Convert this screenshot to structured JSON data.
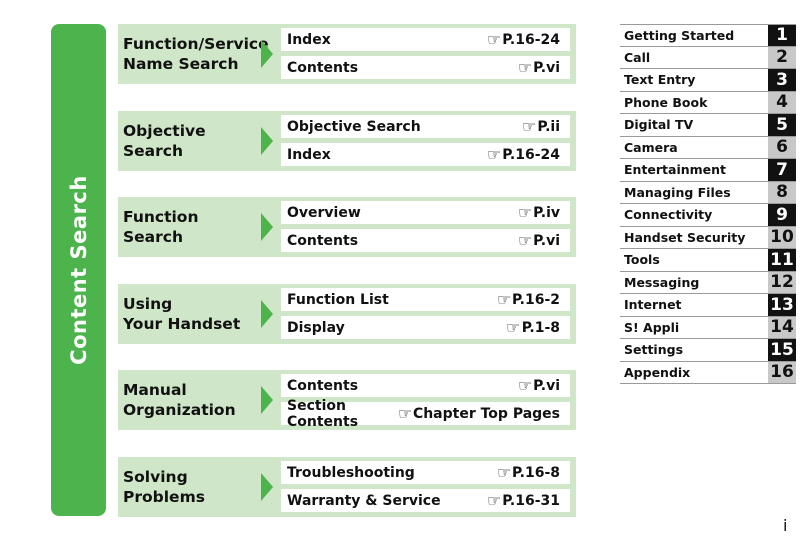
{
  "side_tab": {
    "title": "Content Search"
  },
  "groups": [
    {
      "label_line1": "Function/Service",
      "label_line2": "Name Search",
      "entries": [
        {
          "label": "Index",
          "ref": "P.16-24"
        },
        {
          "label": "Contents",
          "ref": "P.vi"
        }
      ]
    },
    {
      "label_line1": "Objective Search",
      "label_line2": "",
      "entries": [
        {
          "label": "Objective Search",
          "ref": "P.ii"
        },
        {
          "label": "Index",
          "ref": "P.16-24"
        }
      ]
    },
    {
      "label_line1": "Function Search",
      "label_line2": "",
      "entries": [
        {
          "label": "Overview",
          "ref": "P.iv"
        },
        {
          "label": "Contents",
          "ref": "P.vi"
        }
      ]
    },
    {
      "label_line1": "Using",
      "label_line2": "Your Handset",
      "entries": [
        {
          "label": "Function List",
          "ref": "P.16-2"
        },
        {
          "label": "Display",
          "ref": "P.1-8"
        }
      ]
    },
    {
      "label_line1": "Manual",
      "label_line2": "Organization",
      "entries": [
        {
          "label": "Contents",
          "ref": "P.vi"
        },
        {
          "label": "Section Contents",
          "ref": "Chapter Top Pages"
        }
      ]
    },
    {
      "label_line1": "Solving",
      "label_line2": "Problems",
      "entries": [
        {
          "label": "Troubleshooting",
          "ref": "P.16-8"
        },
        {
          "label": "Warranty & Service",
          "ref": "P.16-31"
        }
      ]
    }
  ],
  "ref_icon": "pointing-hand-icon",
  "toc": [
    {
      "label": "Getting Started",
      "num": "1"
    },
    {
      "label": "Call",
      "num": "2"
    },
    {
      "label": "Text Entry",
      "num": "3"
    },
    {
      "label": "Phone Book",
      "num": "4"
    },
    {
      "label": "Digital TV",
      "num": "5"
    },
    {
      "label": "Camera",
      "num": "6"
    },
    {
      "label": "Entertainment",
      "num": "7"
    },
    {
      "label": "Managing Files",
      "num": "8"
    },
    {
      "label": "Connectivity",
      "num": "9"
    },
    {
      "label": "Handset Security",
      "num": "10"
    },
    {
      "label": "Tools",
      "num": "11"
    },
    {
      "label": "Messaging",
      "num": "12"
    },
    {
      "label": "Internet",
      "num": "13"
    },
    {
      "label": "S! Appli",
      "num": "14"
    },
    {
      "label": "Settings",
      "num": "15"
    },
    {
      "label": "Appendix",
      "num": "16"
    }
  ],
  "colors": {
    "accent_green": "#4db34d",
    "panel_green": "#cfe7c8",
    "dark_tab": "#111111",
    "light_tab": "#c8c8c8"
  },
  "page_number": "i"
}
